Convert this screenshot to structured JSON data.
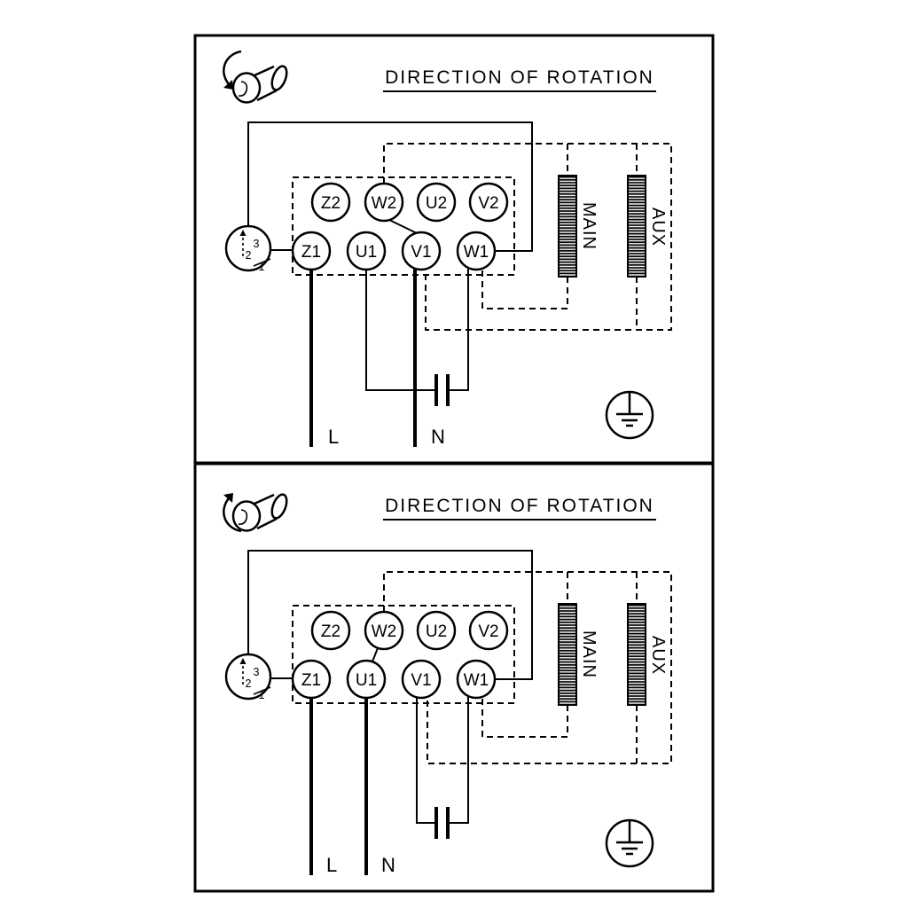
{
  "colors": {
    "ink": "#000000",
    "paper": "#ffffff"
  },
  "top": {
    "title": "DIRECTION OF ROTATION",
    "terminals": {
      "z2": "Z2",
      "w2": "W2",
      "u2": "U2",
      "v2": "V2",
      "z1": "Z1",
      "u1": "U1",
      "v1": "V1",
      "w1": "W1"
    },
    "main_label": "MAIN",
    "aux_label": "AUX",
    "switch": {
      "pos3": "3",
      "pos2": "2",
      "pos1": "1"
    },
    "live_label": "L",
    "neutral_label": "N"
  },
  "bottom": {
    "title": "DIRECTION OF ROTATION",
    "terminals": {
      "z2": "Z2",
      "w2": "W2",
      "u2": "U2",
      "v2": "V2",
      "z1": "Z1",
      "u1": "U1",
      "v1": "V1",
      "w1": "W1"
    },
    "main_label": "MAIN",
    "aux_label": "AUX",
    "switch": {
      "pos3": "3",
      "pos2": "2",
      "pos1": "1"
    },
    "live_label": "L",
    "neutral_label": "N"
  }
}
